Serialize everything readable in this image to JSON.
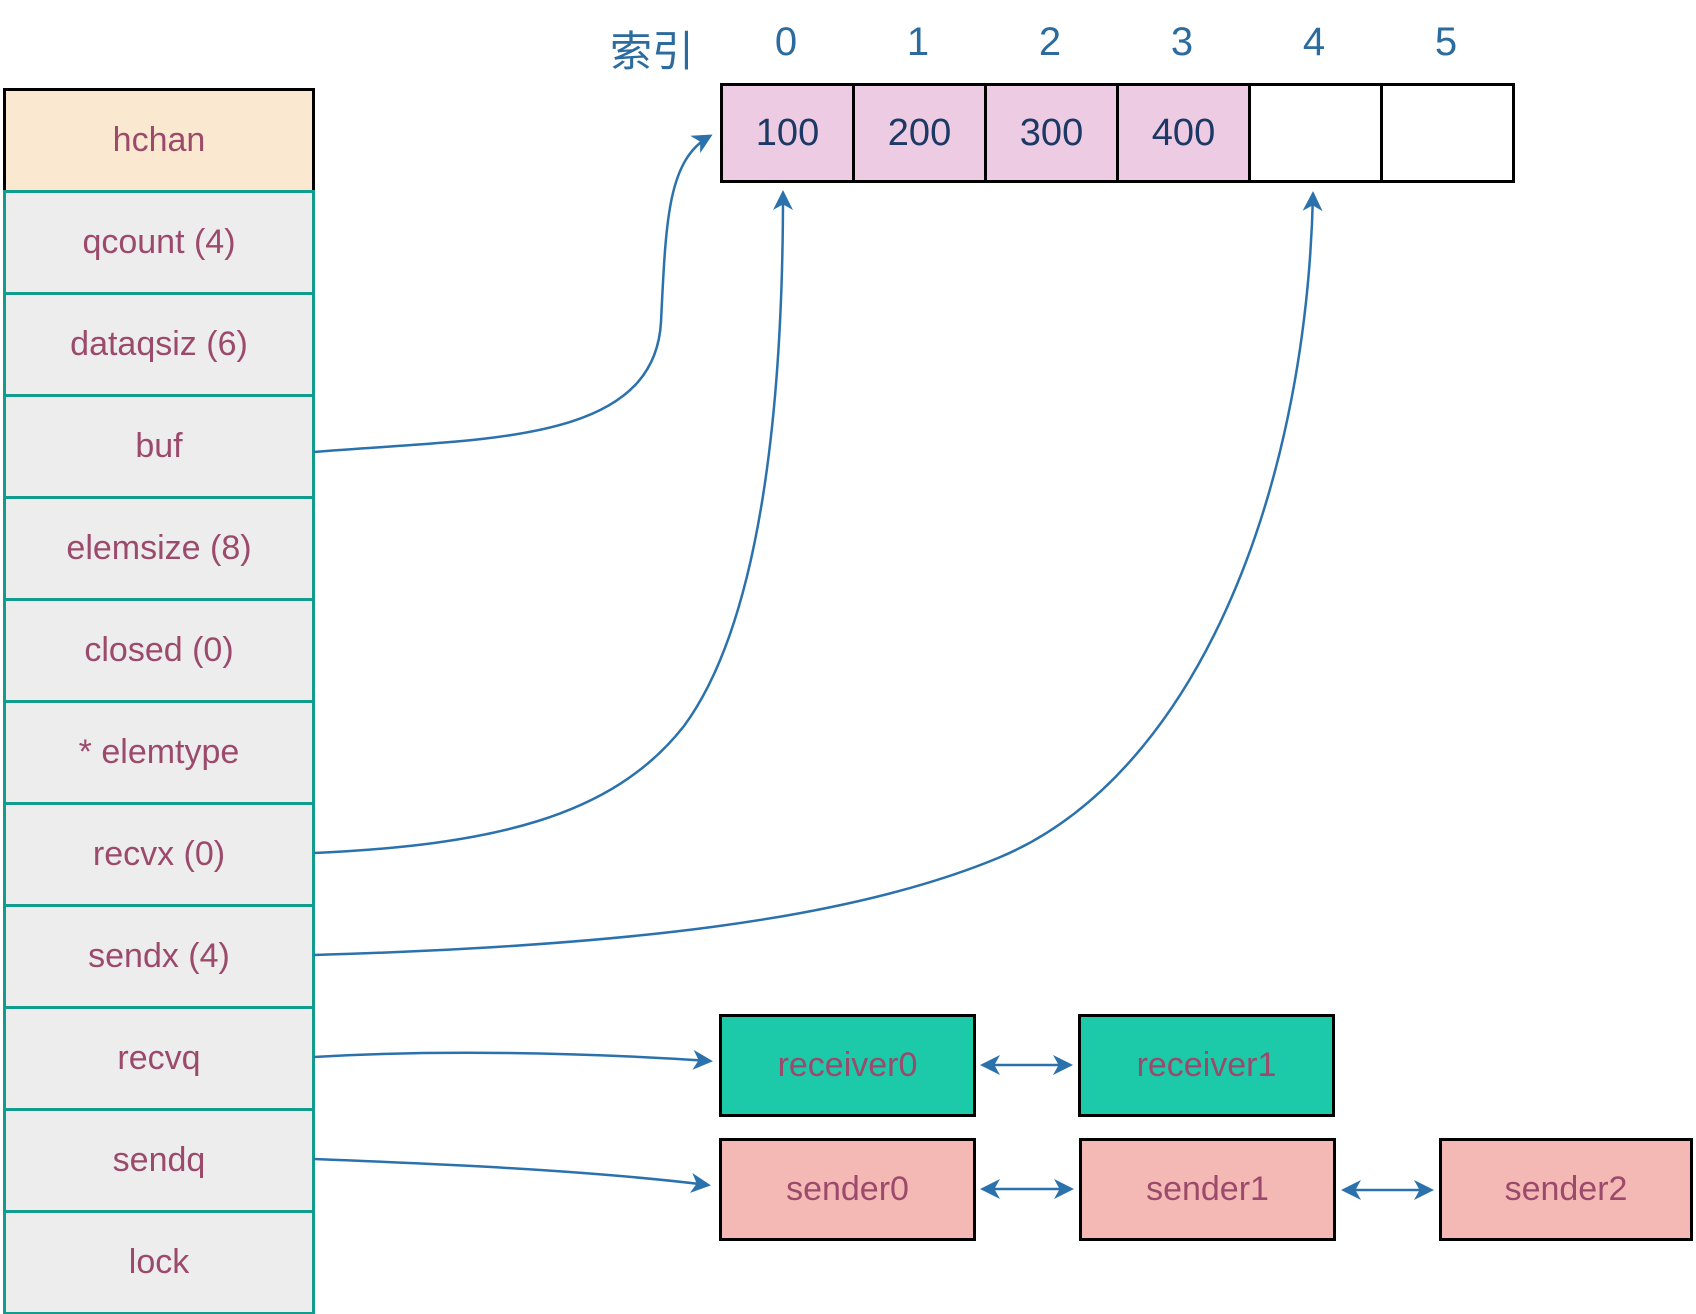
{
  "hchan_table": {
    "header": "hchan",
    "rows": [
      "qcount (4)",
      "dataqsiz (6)",
      "buf",
      "elemsize (8)",
      "closed (0)",
      "* elemtype",
      "recvx (0)",
      "sendx (4)",
      "recvq",
      "sendq",
      "lock"
    ]
  },
  "buffer_array": {
    "index_label": "索引",
    "indices": [
      "0",
      "1",
      "2",
      "3",
      "4",
      "5"
    ],
    "cells": [
      {
        "value": "100",
        "filled": true
      },
      {
        "value": "200",
        "filled": true
      },
      {
        "value": "300",
        "filled": true
      },
      {
        "value": "400",
        "filled": true
      },
      {
        "value": "",
        "filled": false
      },
      {
        "value": "",
        "filled": false
      }
    ]
  },
  "recvq_list": {
    "items": [
      "receiver0",
      "receiver1"
    ]
  },
  "sendq_list": {
    "items": [
      "sender0",
      "sender1",
      "sender2"
    ]
  },
  "colors": {
    "table_border_teal": "#129c8d",
    "header_bg_cream": "#fbe8d1",
    "row_bg_gray": "#ededed",
    "label_maroon": "#9c4a6b",
    "cell_pink": "#edcbe3",
    "value_navy": "#1c3864",
    "index_blue": "#2b6b9e",
    "arrow_blue": "#2b72ad",
    "receiver_green": "#1cc9a8",
    "sender_salmon": "#f4b9b4",
    "box_border_black": "#000000"
  }
}
